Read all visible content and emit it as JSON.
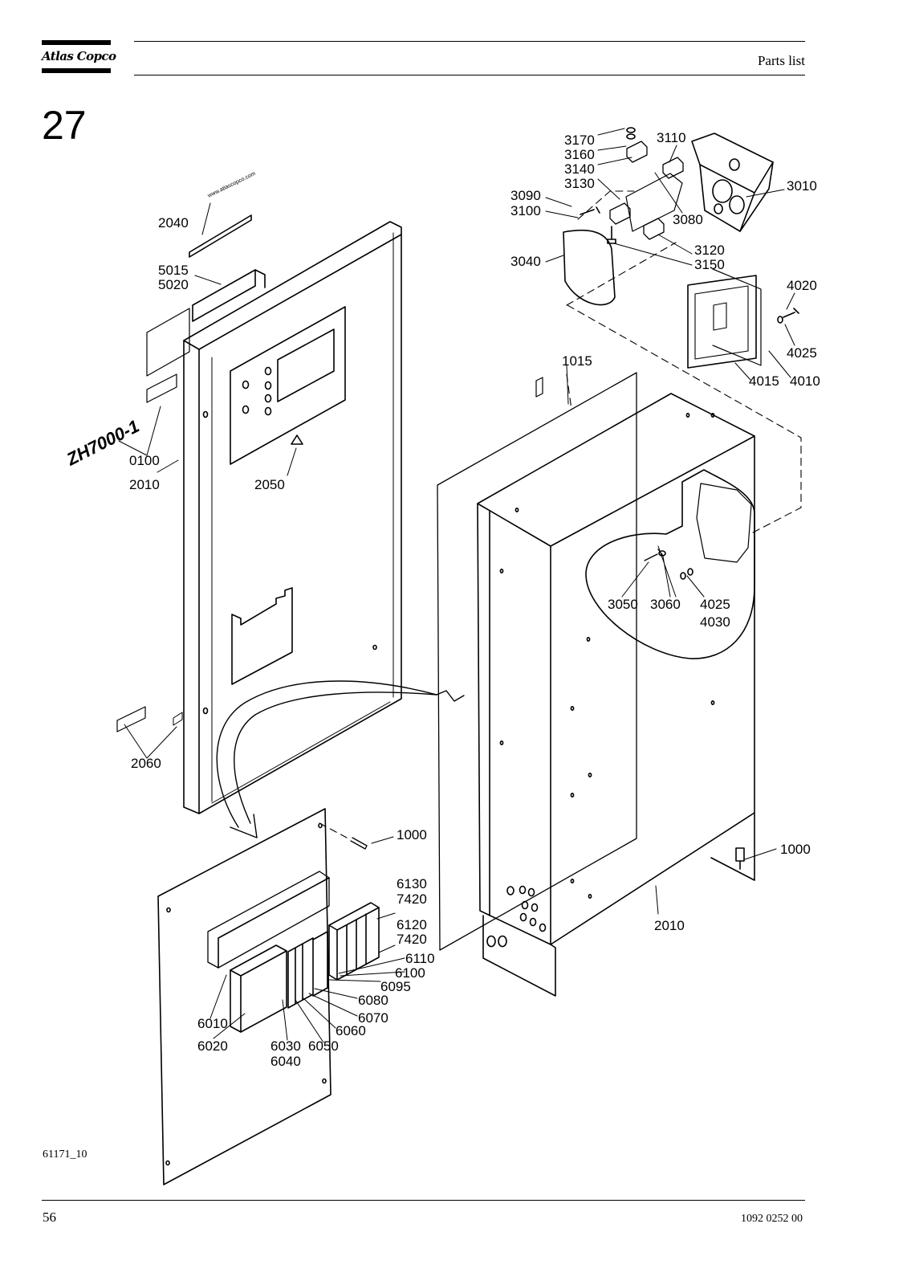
{
  "header": {
    "logo": "Atlas Copco",
    "title": "Parts list"
  },
  "section_number": "27",
  "drawing": {
    "panel_marking": "ZH7000-1",
    "website_strip": "www.atlascopco.com",
    "callouts": [
      "3170",
      "3160",
      "3140",
      "3130",
      "3110",
      "3090",
      "3100",
      "3010",
      "3080",
      "3120",
      "3150",
      "3040",
      "4020",
      "4025",
      "4015",
      "4010",
      "2040",
      "5015",
      "5020",
      "1015",
      "0100",
      "2010",
      "2050",
      "3050",
      "3060",
      "4025",
      "4030",
      "2060",
      "1000",
      "1000",
      "6130",
      "7420",
      "6120",
      "7420",
      "6110",
      "6100",
      "6095",
      "6080",
      "6070",
      "6060",
      "6010",
      "6020",
      "6030",
      "6050",
      "6040",
      "2010"
    ]
  },
  "figure_id": "61171_10",
  "footer": {
    "page_number": "56",
    "document_number": "1092 0252 00"
  }
}
